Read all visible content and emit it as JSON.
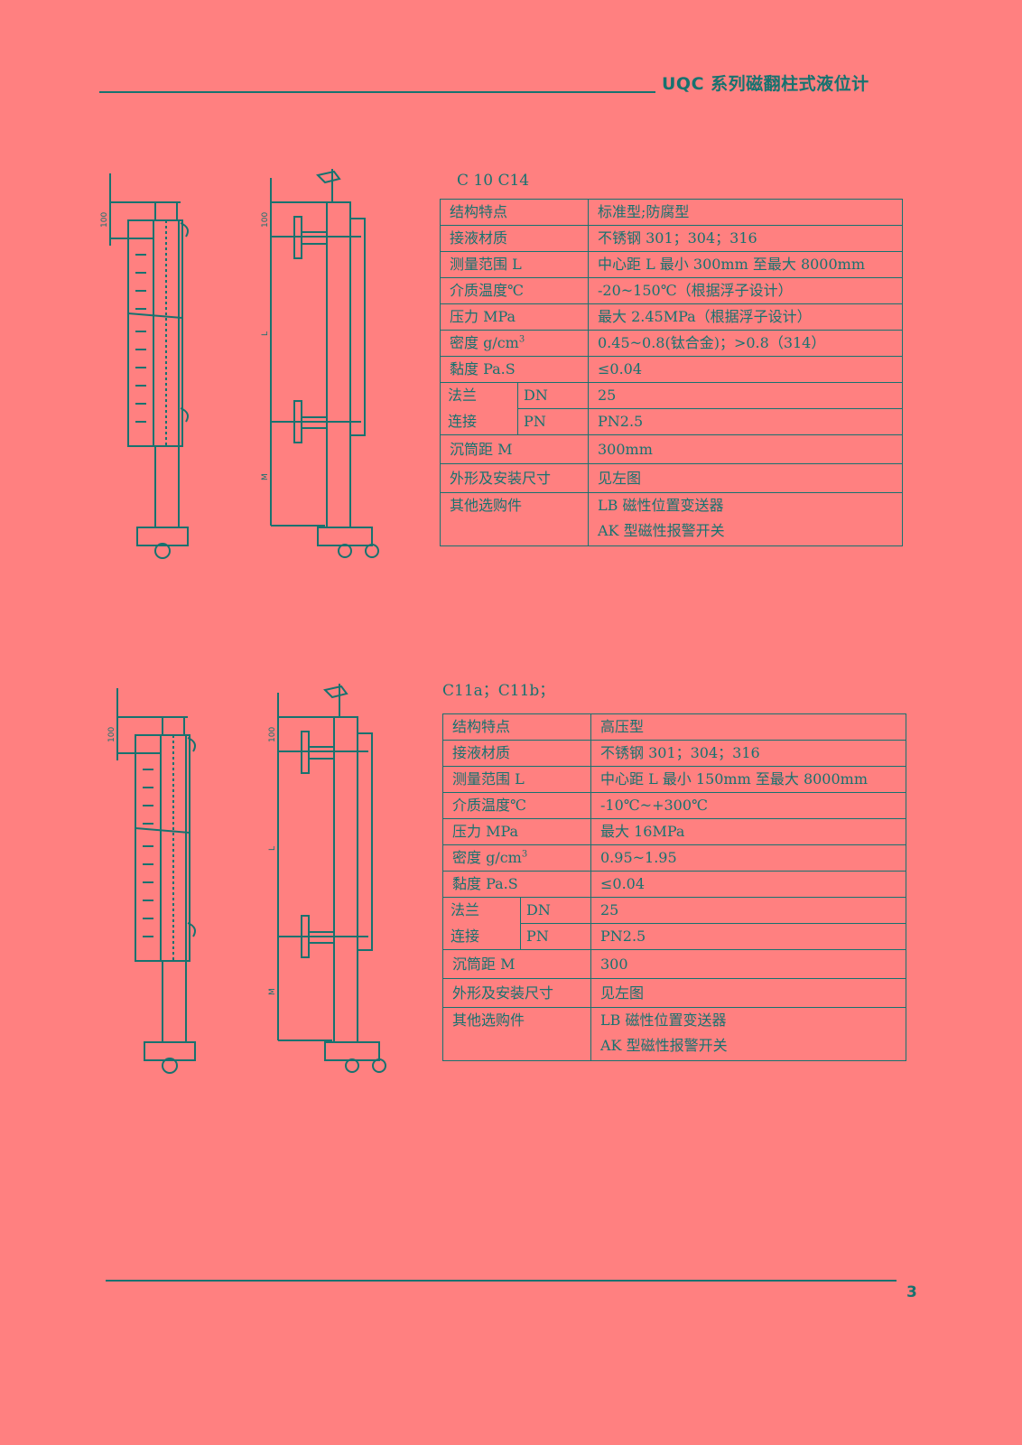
{
  "header": {
    "title": "UQC 系列磁翻柱式液位计"
  },
  "footer": {
    "page_number": "3"
  },
  "sections": [
    {
      "model": "C 10     C14",
      "drawing_labels": {
        "dim_top": "100",
        "dim_l": "L",
        "dim_m": "M"
      },
      "rows": {
        "structure": {
          "k": "结构特点",
          "v": "标准型;防腐型"
        },
        "material": {
          "k": "接液材质",
          "v": "不锈钢 301；304；316"
        },
        "range": {
          "k": "测量范围 L",
          "v": "中心距 L 最小 300mm 至最大 8000mm"
        },
        "temp": {
          "k": "介质温度℃",
          "v": "-20~150℃（根据浮子设计）"
        },
        "pressure": {
          "k": "压力 MPa",
          "v": "最大 2.45MPa（根据浮子设计）"
        },
        "density": {
          "k": "密度 g/cm",
          "sup": "3",
          "v": "0.45~0.8(钛合金)；>0.8（314）"
        },
        "viscosity": {
          "k": "黏度 Pa.S",
          "v": "≤0.04"
        },
        "flange": {
          "k1": "法兰",
          "k2": "连接",
          "dn_k": "DN",
          "dn_v": "25",
          "pn_k": "PN",
          "pn_v": "PN2.5"
        },
        "sink": {
          "k": "沉筒距 M",
          "v": "300mm"
        },
        "install": {
          "k": "外形及安装尺寸",
          "v": "见左图"
        },
        "options": {
          "k": "其他选购件",
          "v1": "LB 磁性位置变送器",
          "v2": "AK 型磁性报警开关"
        }
      }
    },
    {
      "model": "C11a；C11b；",
      "drawing_labels": {
        "dim_top": "100",
        "dim_l": "L",
        "dim_m": "M"
      },
      "rows": {
        "structure": {
          "k": "结构特点",
          "v": "高压型"
        },
        "material": {
          "k": "接液材质",
          "v": "不锈钢 301；304；316"
        },
        "range": {
          "k": "测量范围 L",
          "v": "中心距 L 最小 150mm 至最大 8000mm"
        },
        "temp": {
          "k": "介质温度℃",
          "v": "-10℃~+300℃"
        },
        "pressure": {
          "k": "压力 MPa",
          "v": " 最大 16MPa"
        },
        "density": {
          "k": "密度 g/cm",
          "sup": "3",
          "v": "0.95~1.95"
        },
        "viscosity": {
          "k": "黏度 Pa.S",
          "v": "≤0.04"
        },
        "flange": {
          "k1": "法兰",
          "k2": "连接",
          "dn_k": "DN",
          "dn_v": "25",
          "pn_k": "PN",
          "pn_v": "PN2.5"
        },
        "sink": {
          "k": "沉筒距 M",
          "v": "300"
        },
        "install": {
          "k": "外形及安装尺寸",
          "v": "见左图"
        },
        "options": {
          "k": "其他选购件",
          "v1": "LB 磁性位置变送器",
          "v2": "AK 型磁性报警开关"
        }
      }
    }
  ]
}
